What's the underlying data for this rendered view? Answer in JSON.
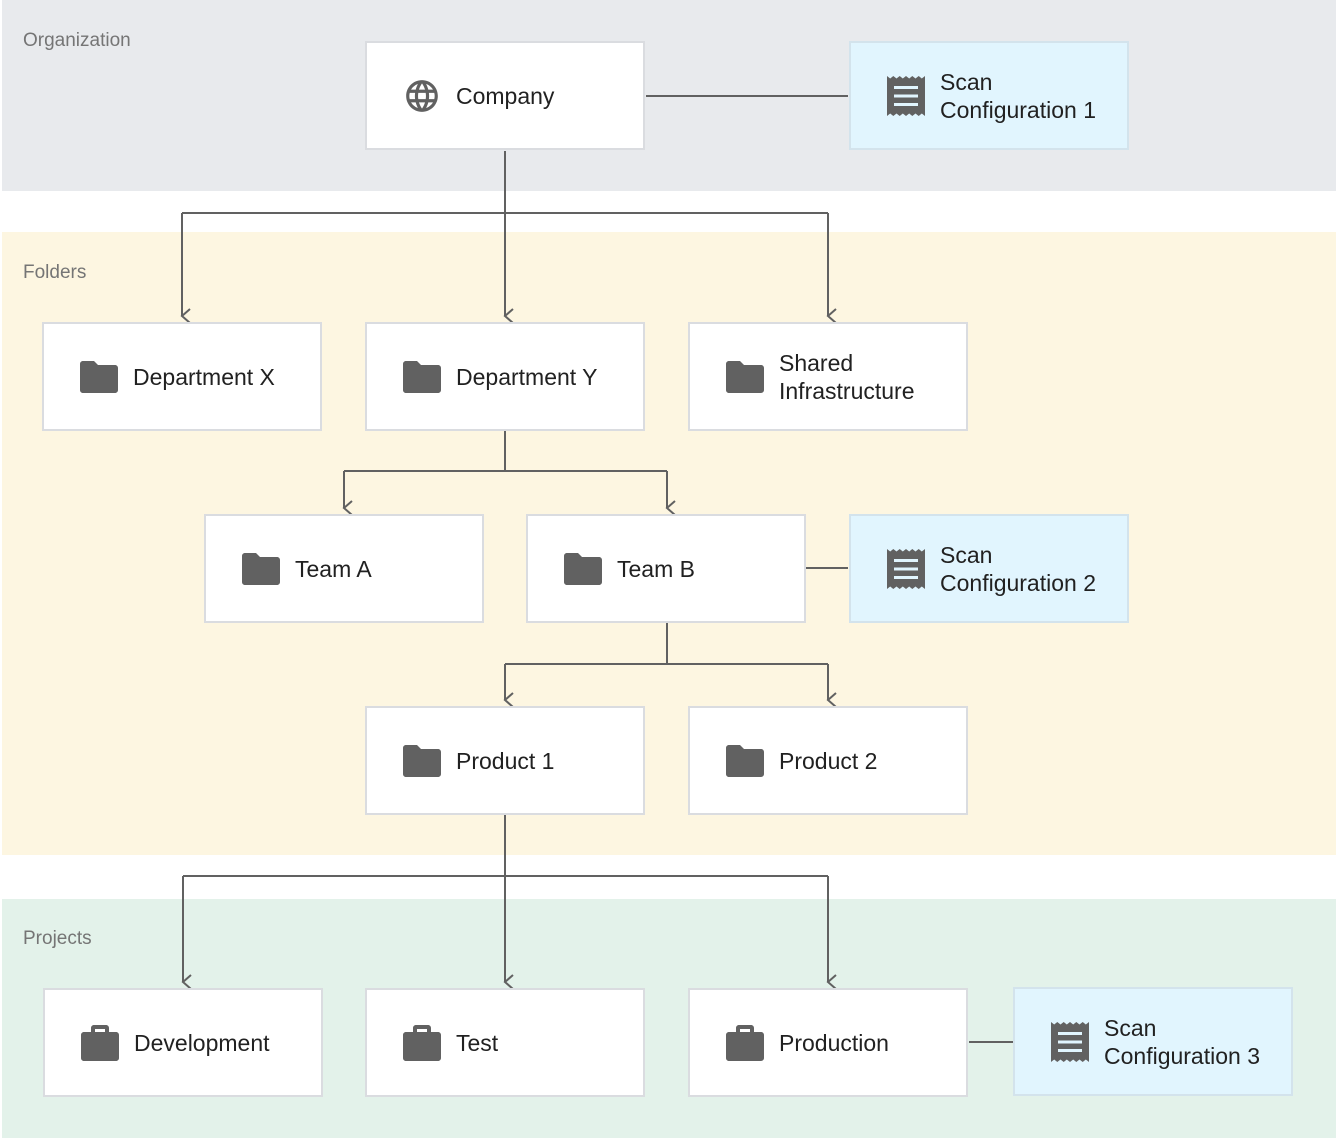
{
  "bands": {
    "organization": "Organization",
    "folders": "Folders",
    "projects": "Projects"
  },
  "nodes": {
    "company": {
      "label": "Company",
      "icon": "globe-icon"
    },
    "scan_1": {
      "line1": "Scan",
      "line2": "Configuration 1",
      "icon": "scan-configuration-icon"
    },
    "department_x": {
      "label": "Department X",
      "icon": "folder-icon"
    },
    "department_y": {
      "label": "Department Y",
      "icon": "folder-icon"
    },
    "shared_infrastructure": {
      "line1": "Shared",
      "line2": "Infrastructure",
      "icon": "folder-icon"
    },
    "team_a": {
      "label": "Team A",
      "icon": "folder-icon"
    },
    "team_b": {
      "label": "Team B",
      "icon": "folder-icon"
    },
    "scan_2": {
      "line1": "Scan",
      "line2": "Configuration 2",
      "icon": "scan-configuration-icon"
    },
    "product_1": {
      "label": "Product 1",
      "icon": "folder-icon"
    },
    "product_2": {
      "label": "Product 2",
      "icon": "folder-icon"
    },
    "development": {
      "label": "Development",
      "icon": "briefcase-icon"
    },
    "test": {
      "label": "Test",
      "icon": "briefcase-icon"
    },
    "production": {
      "label": "Production",
      "icon": "briefcase-icon"
    },
    "scan_3": {
      "line1": "Scan",
      "line2": "Configuration 3",
      "icon": "scan-configuration-icon"
    }
  },
  "colors": {
    "organization_band": "#e8eaed",
    "folders_band": "#fdf6e1",
    "projects_band": "#e3f2ea",
    "scan_node": "#e1f5fe",
    "icon": "#616161",
    "connector": "#616161"
  }
}
